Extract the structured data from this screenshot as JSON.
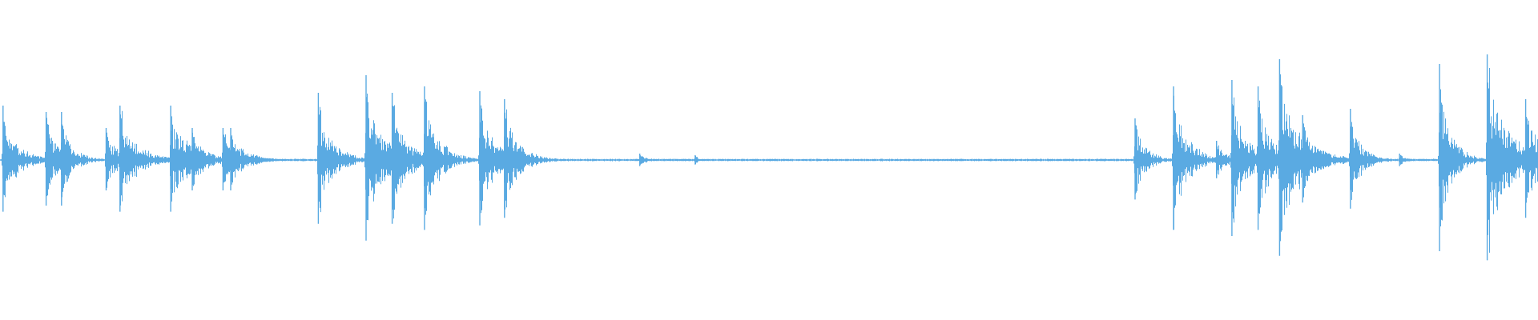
{
  "waveform": {
    "color": "#5aaae2",
    "background": "#ffffff",
    "duration_fraction_markers": "none",
    "bursts": [
      {
        "t": 0.002,
        "amp": 0.34,
        "decay": 0.01
      },
      {
        "t": 0.03,
        "amp": 0.3,
        "decay": 0.008
      },
      {
        "t": 0.04,
        "amp": 0.3,
        "decay": 0.008
      },
      {
        "t": 0.069,
        "amp": 0.2,
        "decay": 0.01
      },
      {
        "t": 0.078,
        "amp": 0.34,
        "decay": 0.012
      },
      {
        "t": 0.111,
        "amp": 0.34,
        "decay": 0.014
      },
      {
        "t": 0.125,
        "amp": 0.2,
        "decay": 0.01
      },
      {
        "t": 0.145,
        "amp": 0.2,
        "decay": 0.01
      },
      {
        "t": 0.15,
        "amp": 0.2,
        "decay": 0.01
      },
      {
        "t": 0.167,
        "amp": 0.03,
        "decay": 0.012
      },
      {
        "t": 0.207,
        "amp": 0.42,
        "decay": 0.01
      },
      {
        "t": 0.238,
        "amp": 0.53,
        "decay": 0.014
      },
      {
        "t": 0.255,
        "amp": 0.42,
        "decay": 0.01
      },
      {
        "t": 0.276,
        "amp": 0.46,
        "decay": 0.01
      },
      {
        "t": 0.312,
        "amp": 0.43,
        "decay": 0.01
      },
      {
        "t": 0.328,
        "amp": 0.38,
        "decay": 0.01
      },
      {
        "t": 0.416,
        "amp": 0.04,
        "decay": 0.006
      },
      {
        "t": 0.452,
        "amp": 0.03,
        "decay": 0.004
      },
      {
        "t": 0.738,
        "amp": 0.26,
        "decay": 0.008
      },
      {
        "t": 0.763,
        "amp": 0.46,
        "decay": 0.01
      },
      {
        "t": 0.791,
        "amp": 0.12,
        "decay": 0.008
      },
      {
        "t": 0.801,
        "amp": 0.5,
        "decay": 0.01
      },
      {
        "t": 0.818,
        "amp": 0.46,
        "decay": 0.01
      },
      {
        "t": 0.832,
        "amp": 0.63,
        "decay": 0.014
      },
      {
        "t": 0.847,
        "amp": 0.28,
        "decay": 0.01
      },
      {
        "t": 0.878,
        "amp": 0.32,
        "decay": 0.008
      },
      {
        "t": 0.91,
        "amp": 0.04,
        "decay": 0.005
      },
      {
        "t": 0.936,
        "amp": 0.6,
        "decay": 0.008
      },
      {
        "t": 0.967,
        "amp": 0.66,
        "decay": 0.014
      },
      {
        "t": 0.992,
        "amp": 0.38,
        "decay": 0.01
      }
    ]
  }
}
